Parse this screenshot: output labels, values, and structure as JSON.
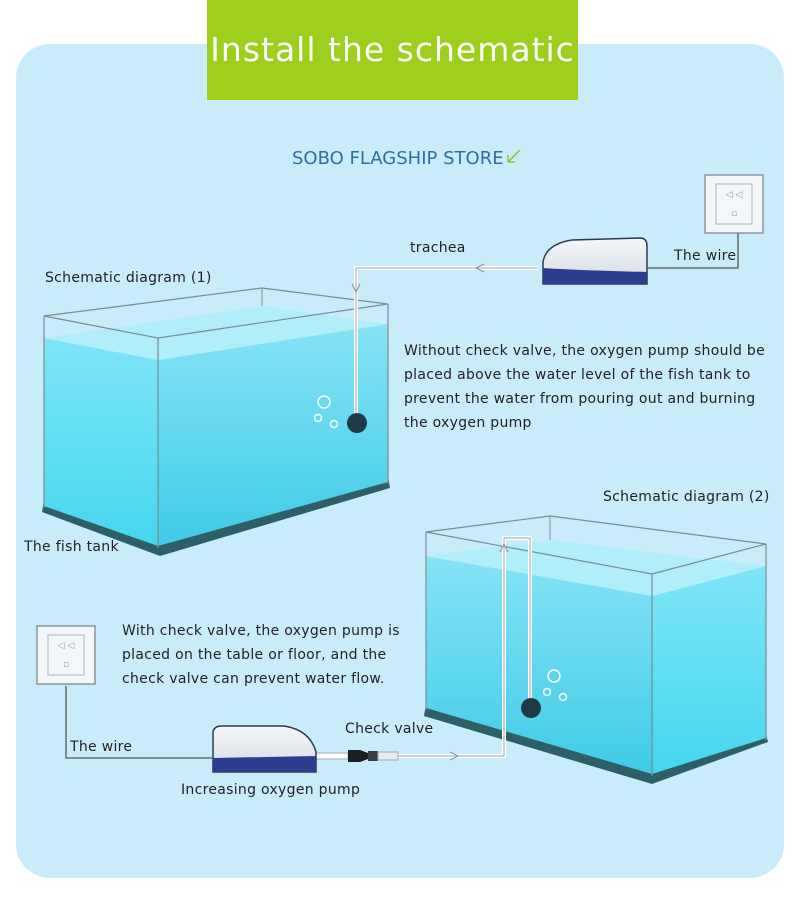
{
  "banner": {
    "title": "Install the schematic"
  },
  "store": {
    "name": "SOBO FLAGSHIP STORE"
  },
  "diagram1": {
    "title": "Schematic diagram (1)",
    "tube_label": "trachea",
    "wire_label": "The wire",
    "tank_label": "The fish tank",
    "description": "Without check valve, the oxygen pump should be placed above the water level of the fish tank to prevent the water from pouring out and burning the oxygen pump"
  },
  "diagram2": {
    "title": "Schematic diagram (2)",
    "description": "With check valve, the oxygen pump is placed on the table or floor, and the check valve can prevent water flow.",
    "wire_label": "The wire",
    "valve_label": "Check valve",
    "pump_label": "Increasing oxygen pump"
  },
  "colors": {
    "banner": "#9dcf1c",
    "panel": "#c9ecfb",
    "water": "#4fd3ee",
    "pump_base": "#2c3d8f",
    "store_text": "#2e6f9e"
  }
}
